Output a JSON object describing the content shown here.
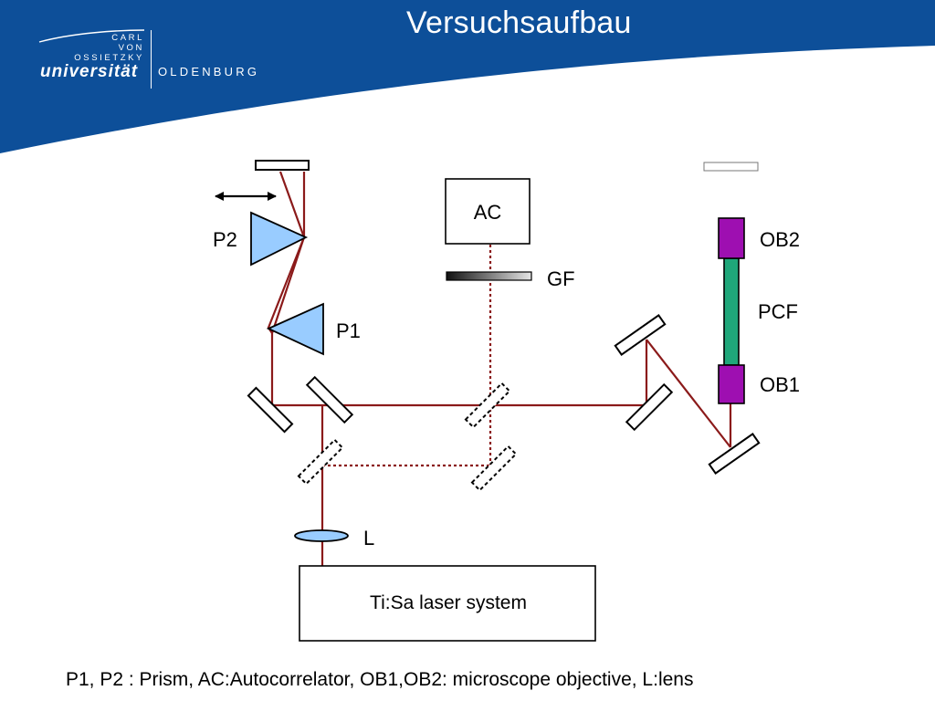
{
  "slide": {
    "title": "Versuchsaufbau",
    "caption": "P1, P2 : Prism, AC:Autocorrelator, OB1,OB2: microscope objective, L:lens"
  },
  "logo": {
    "line1": "CARL",
    "line2": "VON",
    "line3": "OSSIETZKY",
    "name": "universität",
    "city": "OLDENBURG"
  },
  "diagram": {
    "labels": {
      "ac": "AC",
      "gf": "GF",
      "p1": "P1",
      "p2": "P2",
      "ob1": "OB1",
      "ob2": "OB2",
      "pcf": "PCF",
      "lens": "L",
      "laser": "Ti:Sa laser system"
    }
  },
  "colors": {
    "header_blue": "#0d4f99",
    "beam": "#8b1a1a",
    "prism": "#99ccff",
    "objective": "#9e0fb1",
    "fiber": "#1fa77a"
  }
}
